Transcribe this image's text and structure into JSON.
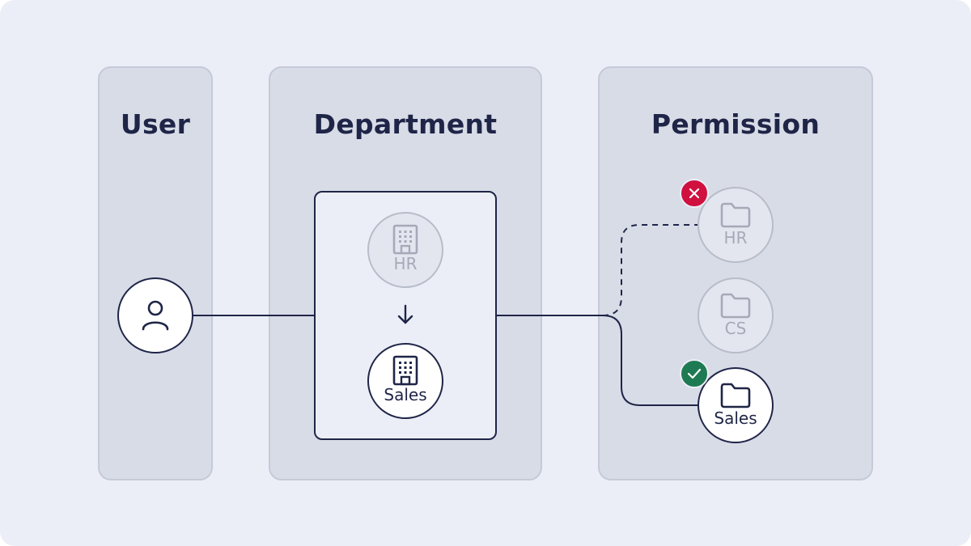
{
  "columns": {
    "user": {
      "title": "User"
    },
    "department": {
      "title": "Department"
    },
    "permission": {
      "title": "Permission"
    }
  },
  "user_node": {
    "icon": "person-icon"
  },
  "department_nodes": [
    {
      "label": "HR",
      "icon": "building-icon",
      "state": "inactive"
    },
    {
      "label": "Sales",
      "icon": "building-icon",
      "state": "active"
    }
  ],
  "department_transition": {
    "icon": "arrow-down-icon"
  },
  "permission_nodes": [
    {
      "label": "HR",
      "icon": "folder-icon",
      "state": "inactive",
      "access": "denied"
    },
    {
      "label": "CS",
      "icon": "folder-icon",
      "state": "inactive",
      "access": "none"
    },
    {
      "label": "Sales",
      "icon": "folder-icon",
      "state": "active",
      "access": "granted"
    }
  ],
  "badges": {
    "denied": {
      "icon": "x-icon",
      "color": "#d0103f"
    },
    "granted": {
      "icon": "check-icon",
      "color": "#1e7a52"
    }
  },
  "colors": {
    "ink": "#1f2547",
    "muted": "#a5aab8",
    "column_fill": "#d8dce7",
    "background": "#eceef7"
  }
}
